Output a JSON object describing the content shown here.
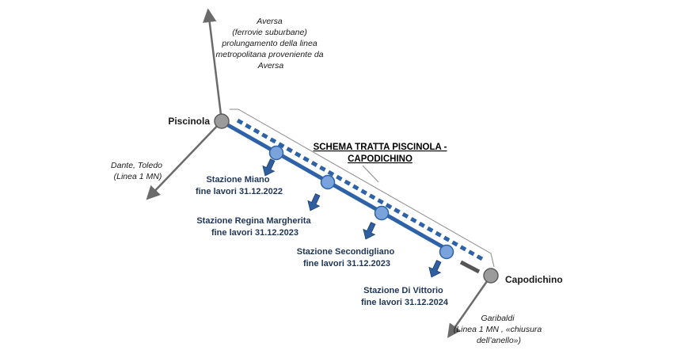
{
  "title": {
    "line1": "SCHEMA TRATTA PISCINOLA -",
    "line2": "CAPODICHINO"
  },
  "terminals": {
    "piscinola": "Piscinola",
    "capodichino": "Capodichino"
  },
  "directions": {
    "aversa": [
      "Aversa",
      "(ferrovie suburbane)",
      "prolungamento della linea",
      "metropolitana proveniente da",
      "Aversa"
    ],
    "dante": [
      "Dante, Toledo",
      "(Linea 1 MN)"
    ],
    "garibaldi": [
      "Garibaldi",
      "(Linea 1 MN , «chiusura",
      "dell’anello»)"
    ]
  },
  "stations": [
    {
      "name": "Stazione Miano",
      "completion": "fine lavori 31.12.2022"
    },
    {
      "name": "Stazione Regina Margherita",
      "completion": "fine lavori 31.12.2023"
    },
    {
      "name": "Stazione Secondigliano",
      "completion": "fine lavori 31.12.2023"
    },
    {
      "name": "Stazione Di Vittorio",
      "completion": "fine lavori 31.12.2024"
    }
  ],
  "colors": {
    "line_blue": "#2e62a8",
    "station_fill": "#7aa3dc",
    "arrow_blue": "#2f5fa0",
    "terminal_gray": "#9b9b9b",
    "axis_gray": "#6b6b6b"
  }
}
